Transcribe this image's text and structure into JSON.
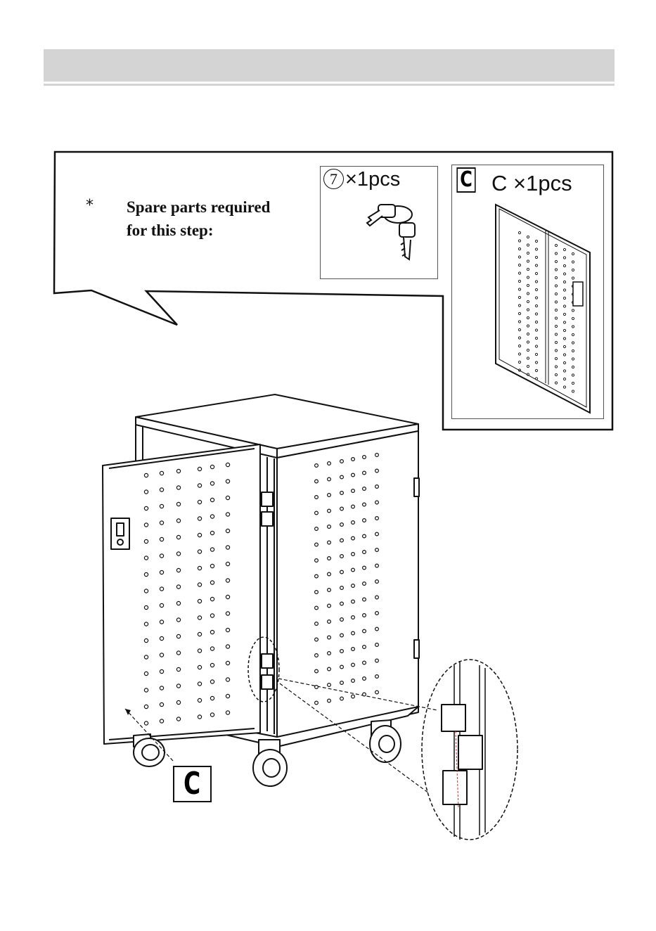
{
  "callout": {
    "asterisk": "*",
    "line1": "Spare parts required",
    "line2": "for this step:"
  },
  "parts": [
    {
      "number": "7",
      "quantity": "×1pcs",
      "icon": "keys-icon"
    },
    {
      "letter": "C",
      "quantity": "C ×1pcs",
      "icon": "door-panel-icon"
    }
  ],
  "assembly": {
    "door_label": "C",
    "detail_view": "hinge-detail"
  }
}
